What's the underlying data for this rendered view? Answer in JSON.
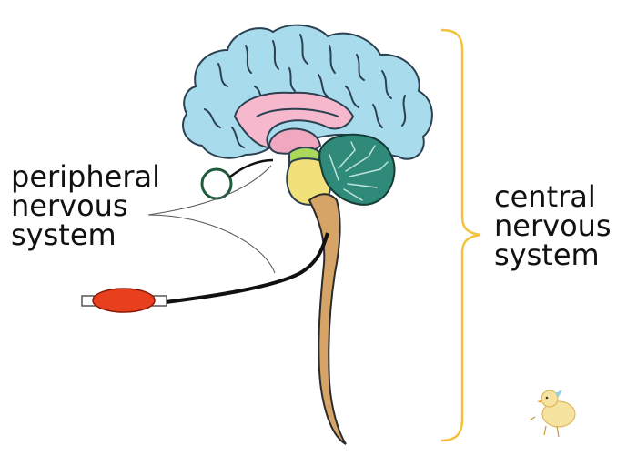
{
  "labels": {
    "peripheral": [
      "peripheral",
      "nervous",
      "system"
    ],
    "central": [
      "central",
      "nervous",
      "system"
    ]
  },
  "colors": {
    "cerebrum": "#a8dcec",
    "limbic": "#f5b8cc",
    "diencephalon": "#f0a8c0",
    "midbrain": "#a9d85a",
    "pons": "#f2e07a",
    "cerebellum": "#2f8a7a",
    "spinal_cord": "#d7a468",
    "muscle": "#e8401e",
    "brace": "#f2c33a",
    "nerve": "#111111"
  },
  "icons": [
    "eye-icon",
    "muscle-icon",
    "chick-mascot-icon"
  ]
}
